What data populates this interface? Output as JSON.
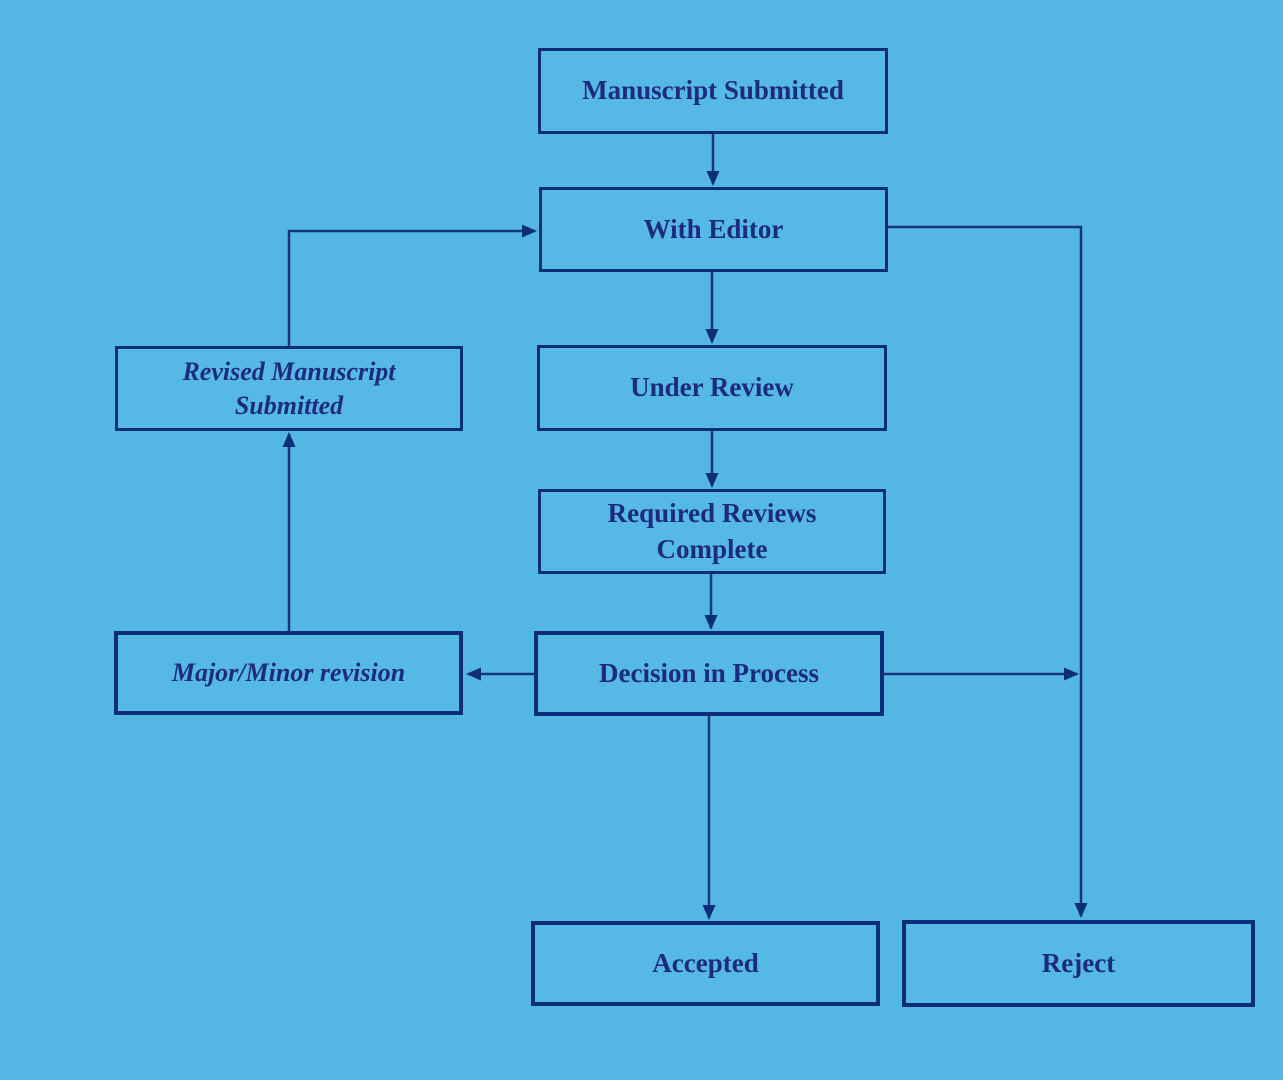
{
  "diagram": {
    "type": "flowchart",
    "colors": {
      "background": "#54b7e3",
      "box_fill": "#56b9e5",
      "box_border": "#0c2e79",
      "text": "#1c2b7e",
      "connector": "#15367f"
    },
    "nodes": [
      {
        "id": "manuscript-submitted",
        "label": "Manuscript Submitted",
        "style": "normal"
      },
      {
        "id": "with-editor",
        "label": "With Editor",
        "style": "normal"
      },
      {
        "id": "under-review",
        "label": "Under Review",
        "style": "normal"
      },
      {
        "id": "required-reviews-complete",
        "label": "Required Reviews Complete",
        "style": "normal"
      },
      {
        "id": "decision-in-process",
        "label": "Decision in Process",
        "style": "normal"
      },
      {
        "id": "revised-manuscript-submitted",
        "label": "Revised Manuscript Submitted",
        "style": "italic"
      },
      {
        "id": "major-minor-revision",
        "label": "Major/Minor revision",
        "style": "italic"
      },
      {
        "id": "accepted",
        "label": "Accepted",
        "style": "normal"
      },
      {
        "id": "reject",
        "label": "Reject",
        "style": "normal"
      }
    ],
    "edges": [
      {
        "from": "manuscript-submitted",
        "to": "with-editor"
      },
      {
        "from": "with-editor",
        "to": "under-review"
      },
      {
        "from": "under-review",
        "to": "required-reviews-complete"
      },
      {
        "from": "required-reviews-complete",
        "to": "decision-in-process"
      },
      {
        "from": "decision-in-process",
        "to": "major-minor-revision"
      },
      {
        "from": "major-minor-revision",
        "to": "revised-manuscript-submitted"
      },
      {
        "from": "revised-manuscript-submitted",
        "to": "with-editor"
      },
      {
        "from": "decision-in-process",
        "to": "accepted"
      },
      {
        "from": "with-editor",
        "to": "reject"
      },
      {
        "from": "decision-in-process",
        "to": "reject"
      }
    ]
  }
}
